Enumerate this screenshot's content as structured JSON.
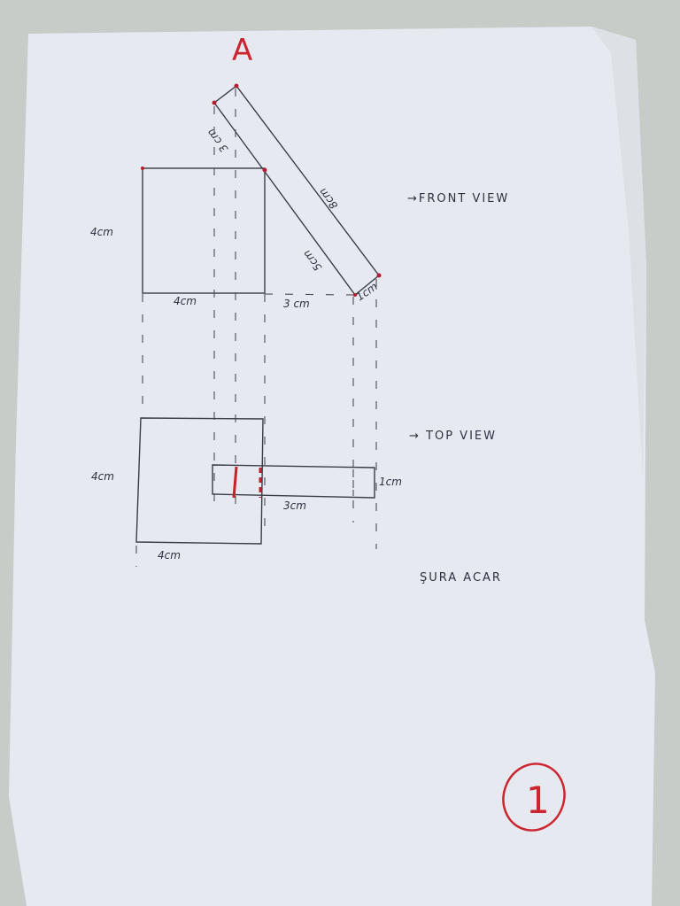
{
  "page_mark": "A",
  "colors": {
    "ink": "#3a3d45",
    "red": "#c8202a",
    "paper": "#e6eaf0",
    "background": "#c7ccc8"
  },
  "front_view": {
    "label": "→FRONT VIEW",
    "height_label": "4cm",
    "width_label": "4cm",
    "offset_label": "3 cm",
    "long_side_label": "8cm",
    "inner_side_label": "5cm",
    "upper_side_label": "3 cm",
    "end_label": "1cm"
  },
  "top_view": {
    "label": "→ TOP VIEW",
    "height_label": "4cm",
    "width_label": "4cm",
    "bar_width_label": "1cm",
    "bar_length_label": "3cm"
  },
  "author": "ŞURA ACAR",
  "page_number": "1"
}
